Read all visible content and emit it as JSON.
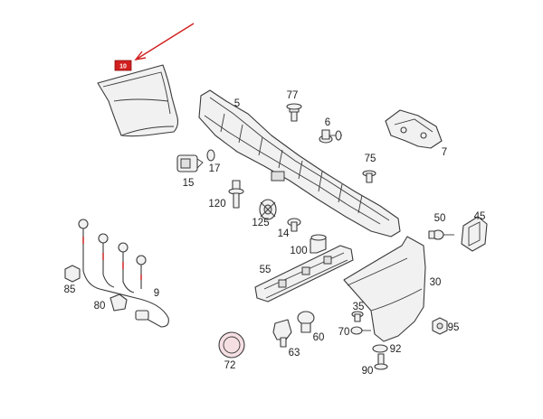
{
  "diagram": {
    "highlight_color": "#d21f1f",
    "highlight_badge": "10",
    "callouts": {
      "c5": "5",
      "c77": "77",
      "c6": "6",
      "c7": "7",
      "c17": "17",
      "c15": "15",
      "c75": "75",
      "c120": "120",
      "c125": "125",
      "c14": "14",
      "c50": "50",
      "c45": "45",
      "c100": "100",
      "c55": "55",
      "c30": "30",
      "c85": "85",
      "c9": "9",
      "c80": "80",
      "c35": "35",
      "c95": "95",
      "c70": "70",
      "c60": "60",
      "c72": "72",
      "c63": "63",
      "c92": "92",
      "c90": "90"
    }
  }
}
